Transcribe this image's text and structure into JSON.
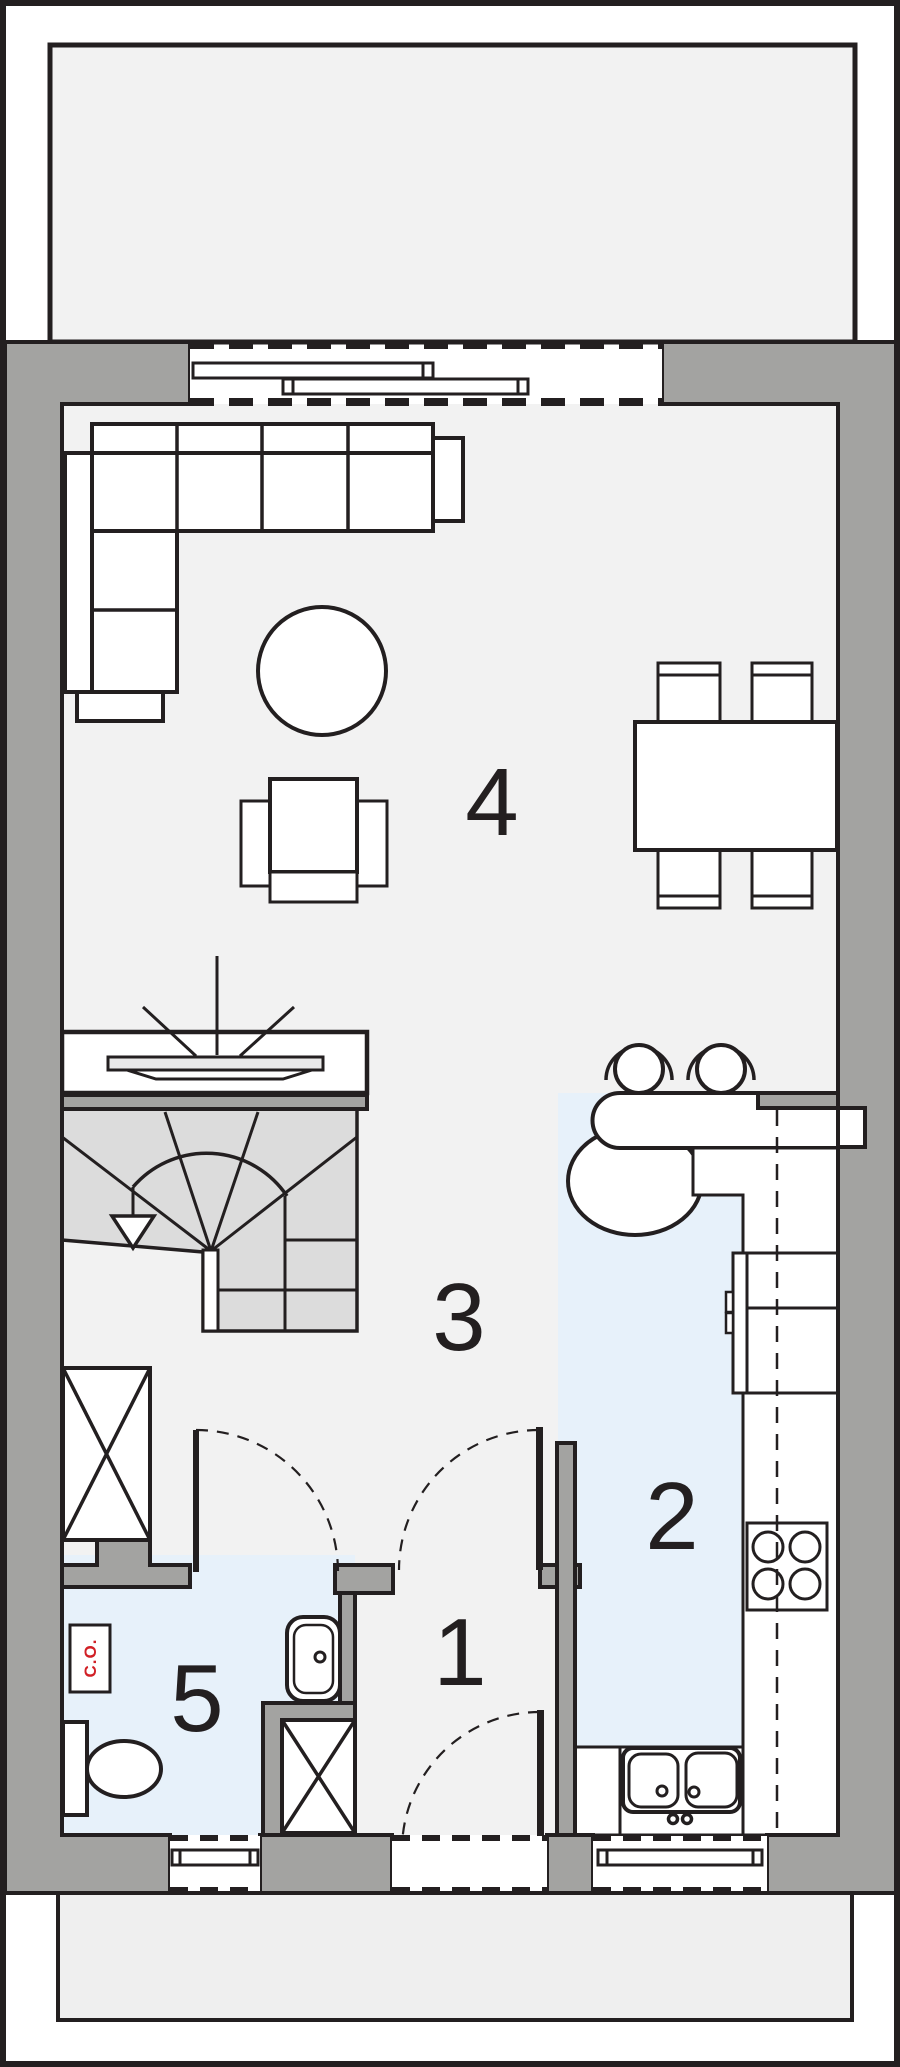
{
  "palette": {
    "line": "#231f20",
    "wall": "#a3a3a1",
    "floor": "#f2f2f2",
    "stairs": "#dcdcdc",
    "wet": "#e7f1fa",
    "apron": "#efefef",
    "accent": "#d12026",
    "paper": "#ffffff",
    "hearth": "#e9e9e9"
  },
  "rooms": [
    {
      "key": "entry-hall",
      "number": "1"
    },
    {
      "key": "kitchen",
      "number": "2"
    },
    {
      "key": "hall",
      "number": "3"
    },
    {
      "key": "living-room",
      "number": "4"
    },
    {
      "key": "bathroom",
      "number": "5"
    }
  ],
  "annotations": {
    "boiler_label": "C.O."
  }
}
